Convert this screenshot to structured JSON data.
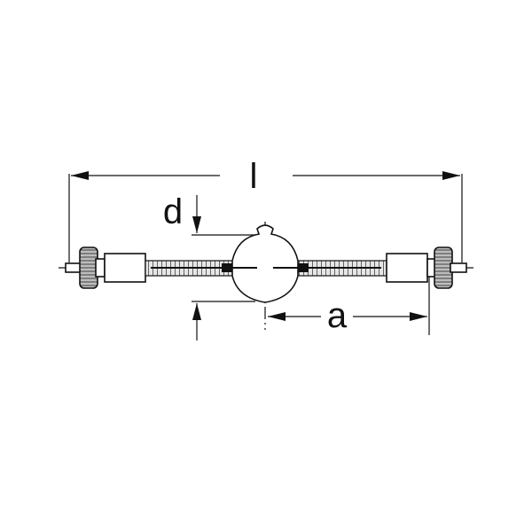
{
  "labels": {
    "length": "l",
    "diameter": "d",
    "arc_distance": "a"
  },
  "colors": {
    "line": "#111111",
    "background": "#ffffff",
    "shade": "#d6d6d6"
  }
}
